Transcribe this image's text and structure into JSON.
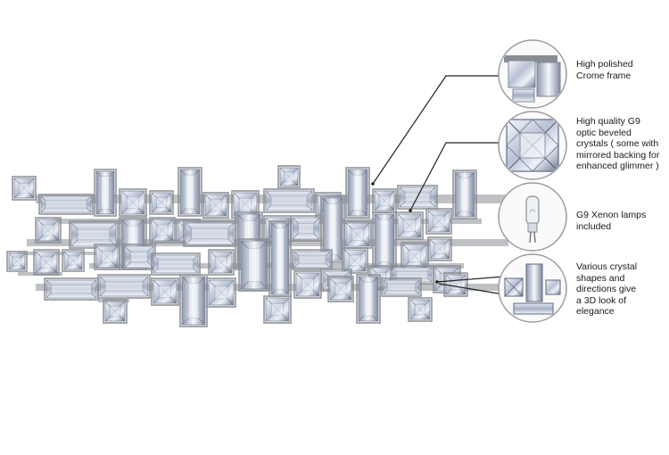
{
  "product": {
    "image_name": "crystal-wall-light"
  },
  "callouts": [
    {
      "id": "frame",
      "text": "High polished\nCrome frame",
      "icon": "chrome-frame-closeup-icon"
    },
    {
      "id": "crystals",
      "text": "High quality G9\noptic beveled\ncrystals ( some with\nmirrored backing for\nenhanced glimmer )",
      "icon": "beveled-crystal-closeup-icon"
    },
    {
      "id": "lamps",
      "text": "G9 Xenon lamps\nincluded",
      "icon": "g9-lamp-icon"
    },
    {
      "id": "shapes",
      "text": "Various crystal\nshapes and\ndirections give\na 3D look of\nelegance",
      "icon": "crystal-shapes-closeup-icon"
    }
  ],
  "colors": {
    "frame": "#8a8e93",
    "crystal_light": "#eef2f8",
    "crystal_mid": "#b9c3d3",
    "crystal_dark": "#5d6a80",
    "leader": "#222222"
  }
}
